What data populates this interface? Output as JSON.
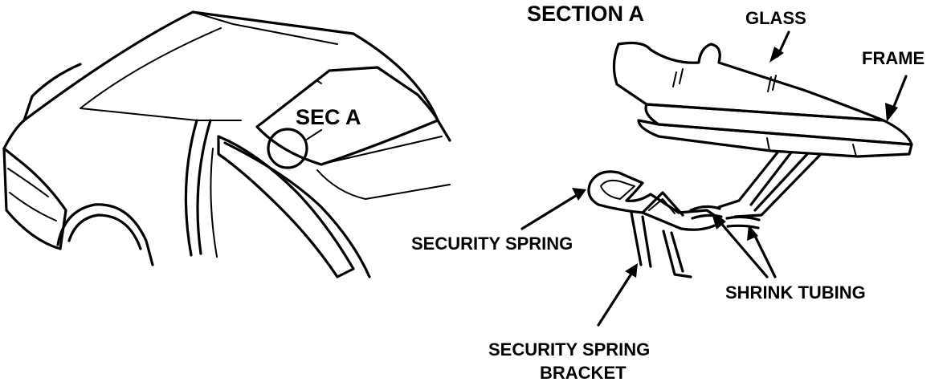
{
  "labels": {
    "section_title": "SECTION A",
    "sec_callout": "SEC A",
    "glass": "GLASS",
    "frame": "FRAME",
    "security_spring": "SECURITY SPRING",
    "shrink_tubing": "SHRINK TUBING",
    "bracket_line1": "SECURITY SPRING",
    "bracket_line2": "BRACKET"
  },
  "colors": {
    "ink": "#000000",
    "paper": "#ffffff"
  }
}
